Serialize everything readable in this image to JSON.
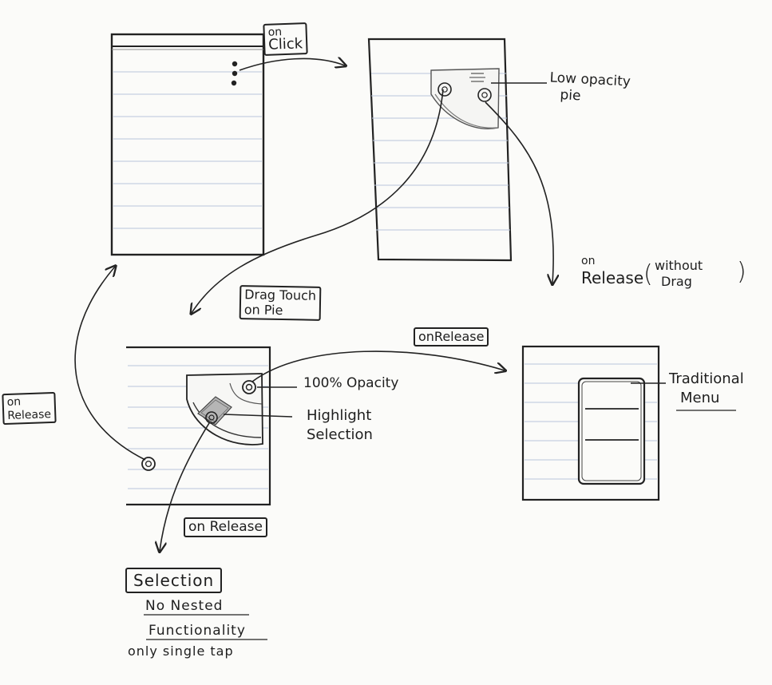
{
  "labels": {
    "on_click_1": "on",
    "on_click_2": "Click",
    "low_opacity_1": "Low opacity",
    "low_opacity_2": "pie",
    "on_release_without_drag_on": "on",
    "on_release_without_drag_release": "Release",
    "on_release_without_drag_without": "without",
    "on_release_without_drag_drag": "Drag",
    "drag_touch_1": "Drag Touch",
    "drag_touch_2": "on Pie",
    "on_release_left_1": "on",
    "on_release_left_2": "Release",
    "on_release_top": "onRelease",
    "opacity_100": "100% Opacity",
    "highlight_1": "Highlight",
    "highlight_2": "Selection",
    "on_release_bottom": "on Release",
    "traditional_1": "Traditional",
    "traditional_2": "Menu",
    "selection": "Selection",
    "note_1": "No Nested",
    "note_2": "Functionality",
    "note_3": "only single tap"
  }
}
